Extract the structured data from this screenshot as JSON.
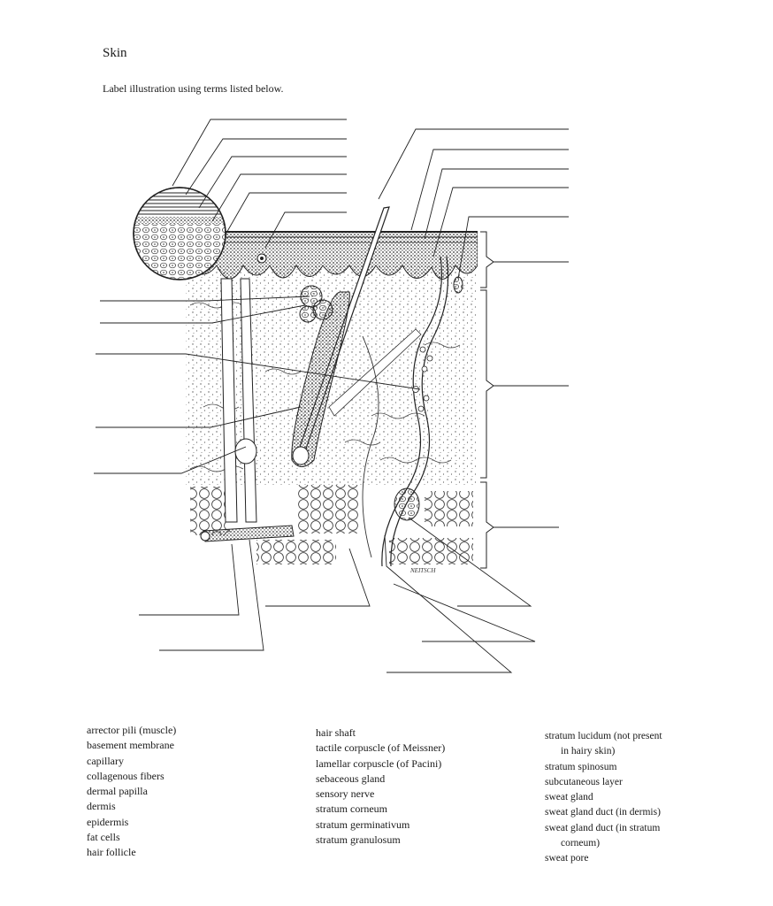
{
  "header": {
    "title": "Skin",
    "instruction": "Label illustration using terms listed below."
  },
  "diagram": {
    "signature": "NEITSCH"
  },
  "terms": {
    "col1": [
      "arrector pili (muscle)",
      "basement membrane",
      "capillary",
      "collagenous fibers",
      "dermal papilla",
      "dermis",
      "epidermis",
      "fat cells",
      "hair follicle"
    ],
    "col2": [
      "hair shaft",
      "tactile corpuscle (of Meissner)",
      "lamellar corpuscle (of Pacini)",
      "sebaceous gland",
      "sensory nerve",
      "stratum corneum",
      "stratum germinativum",
      "stratum granulosum"
    ],
    "col3": {
      "t0a": "stratum lucidum (not present",
      "t0b": "in hairy skin)",
      "t1": "stratum spinosum",
      "t2": "subcutaneous layer",
      "t3": "sweat gland",
      "t4": "sweat gland duct (in dermis)",
      "t5a": "sweat gland duct (in stratum",
      "t5b": "corneum)",
      "t6": "sweat pore"
    }
  }
}
